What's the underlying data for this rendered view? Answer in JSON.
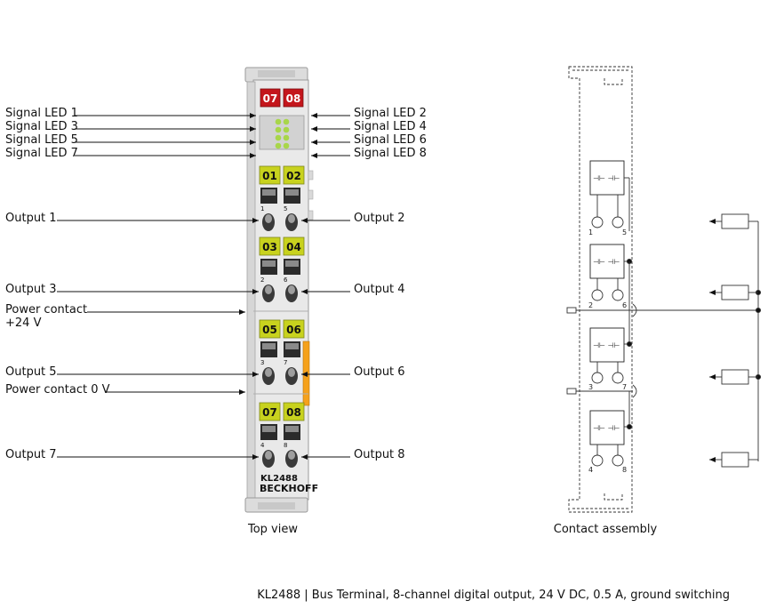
{
  "top_view_caption": "Top view",
  "contact_caption": "Contact assembly",
  "footer": "KL2488 | Bus Terminal, 8-channel digital output, 24 V DC, 0.5 A, ground switching",
  "model": "KL2488",
  "brand": "BECKHOFF",
  "labels": {
    "signal_led_1": "Signal LED 1",
    "signal_led_3": "Signal LED 3",
    "signal_led_5": "Signal LED 5",
    "signal_led_7": "Signal LED 7",
    "signal_led_2": "Signal LED 2",
    "signal_led_4": "Signal LED 4",
    "signal_led_6": "Signal LED 6",
    "signal_led_8": "Signal LED 8",
    "output_1": "Output 1",
    "output_2": "Output 2",
    "output_3": "Output 3",
    "output_4": "Output 4",
    "output_5": "Output 5",
    "output_6": "Output 6",
    "output_7": "Output 7",
    "output_8": "Output 8",
    "power_contact_24v_line1": "Power contact",
    "power_contact_24v_line2": "+24 V",
    "power_contact_0v": "Power contact 0 V"
  },
  "top_badges": [
    "07",
    "08"
  ],
  "badge_rows": [
    [
      "01",
      "02"
    ],
    [
      "03",
      "04"
    ],
    [
      "05",
      "06"
    ],
    [
      "07",
      "08"
    ]
  ],
  "terminal_numbers": [
    [
      "1",
      "5"
    ],
    [
      "2",
      "6"
    ],
    [
      "3",
      "7"
    ],
    [
      "4",
      "8"
    ]
  ],
  "contact_pins": [
    [
      "1",
      "5"
    ],
    [
      "2",
      "6"
    ],
    [
      "3",
      "7"
    ],
    [
      "4",
      "8"
    ]
  ],
  "colors": {
    "red_badge": "#c4161c",
    "yellow_badge": "#c8d21e",
    "terminal_body": "#e8e8e8",
    "led_green": "#a8d64a",
    "orange_strip": "#f5a11b"
  }
}
